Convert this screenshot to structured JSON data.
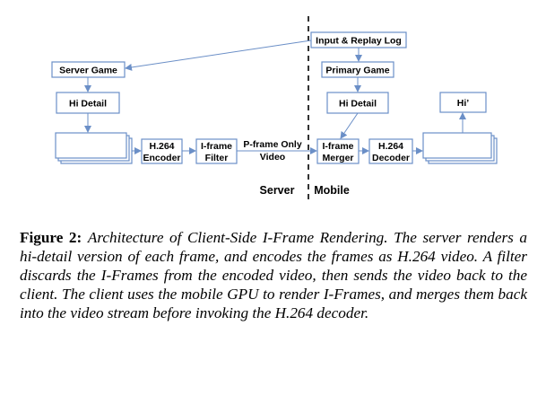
{
  "diagram": {
    "boxes": {
      "input_replay_log": "Input & Replay Log",
      "server_game": "Server Game",
      "primary_game": "Primary Game",
      "hi_detail_server": "Hi Detail",
      "hi_detail_mobile": "Hi Detail",
      "hi_prime": "Hi’",
      "h264_encoder_line1": "H.264",
      "h264_encoder_line2": "Encoder",
      "iframe_filter_line1": "I-frame",
      "iframe_filter_line2": "Filter",
      "iframe_merger_line1": "I-frame",
      "iframe_merger_line2": "Merger",
      "h264_decoder_line1": "H.264",
      "h264_decoder_line2": "Decoder"
    },
    "pframe_label_line1": "P-frame Only",
    "pframe_label_line2": "Video",
    "server_label": "Server",
    "mobile_label": "Mobile",
    "colors": {
      "box_border": "#6b8fc7",
      "divider": "#333333"
    }
  },
  "caption": {
    "label": "Figure 2:",
    "text": "Architecture of Client-Side I-Frame Rendering. The server renders a hi-detail version of each frame, and encodes the frames as H.264 video. A filter discards the I-Frames from the encoded video, then sends the video back to the client. The client uses the mobile GPU to render I-Frames, and merges them back into the video stream before invoking the H.264 decoder."
  }
}
